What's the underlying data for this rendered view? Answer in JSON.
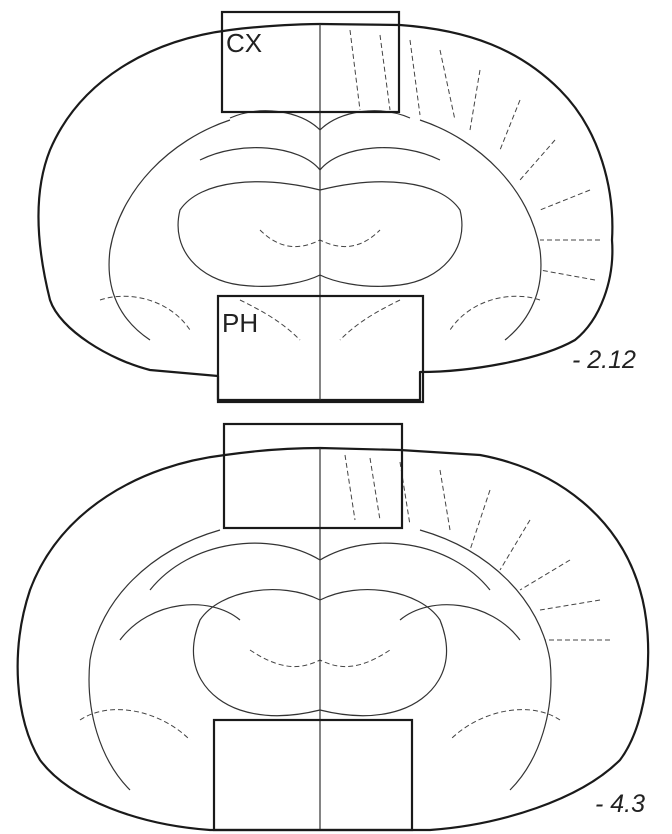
{
  "sections": [
    {
      "level": "- 2.12",
      "boxes": [
        {
          "label": "CX"
        },
        {
          "label": "PH"
        }
      ]
    },
    {
      "level": "- 4.3",
      "boxes": [
        {
          "label": ""
        },
        {
          "label": ""
        }
      ]
    }
  ]
}
